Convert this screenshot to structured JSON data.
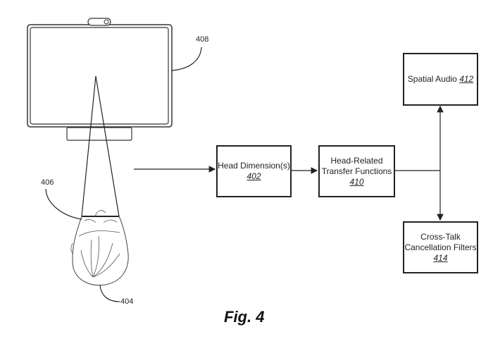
{
  "figure": {
    "caption": "Fig. 4",
    "references": {
      "display": "408",
      "head_region": "406",
      "head": "404"
    },
    "blocks": [
      {
        "id": "head-dimensions",
        "title": "Head Dimension(s)",
        "ref": "402"
      },
      {
        "id": "hrtf",
        "title_line1": "Head-Related",
        "title_line2": "Transfer Functions",
        "ref": "410"
      },
      {
        "id": "spatial-audio",
        "title": "Spatial Audio",
        "ref": "412"
      },
      {
        "id": "cross-talk",
        "title_line1": "Cross-Talk",
        "title_line2": "Cancellation Filters",
        "ref": "414"
      }
    ]
  }
}
